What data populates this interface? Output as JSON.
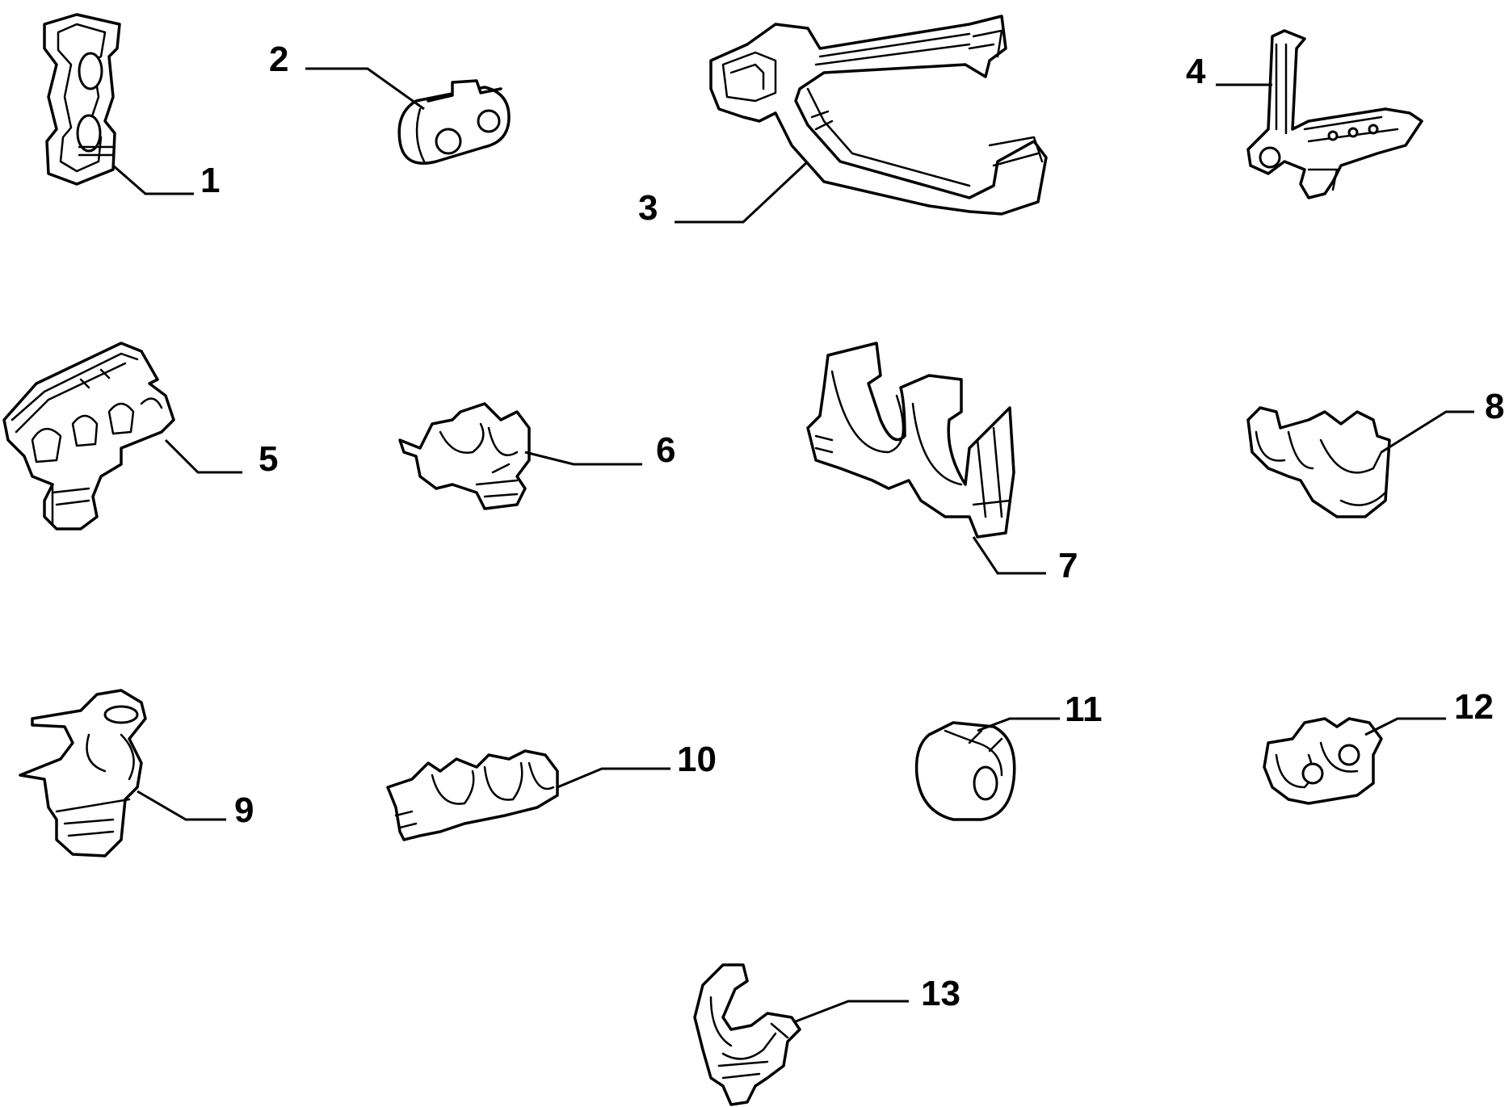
{
  "diagram": {
    "line_color": "#000000",
    "background": "#ffffff",
    "parts": [
      {
        "id": "1",
        "label": "1"
      },
      {
        "id": "2",
        "label": "2"
      },
      {
        "id": "3",
        "label": "3"
      },
      {
        "id": "4",
        "label": "4"
      },
      {
        "id": "5",
        "label": "5"
      },
      {
        "id": "6",
        "label": "6"
      },
      {
        "id": "7",
        "label": "7"
      },
      {
        "id": "8",
        "label": "8"
      },
      {
        "id": "9",
        "label": "9"
      },
      {
        "id": "10",
        "label": "10"
      },
      {
        "id": "11",
        "label": "11"
      },
      {
        "id": "12",
        "label": "12"
      },
      {
        "id": "13",
        "label": "13"
      }
    ]
  }
}
